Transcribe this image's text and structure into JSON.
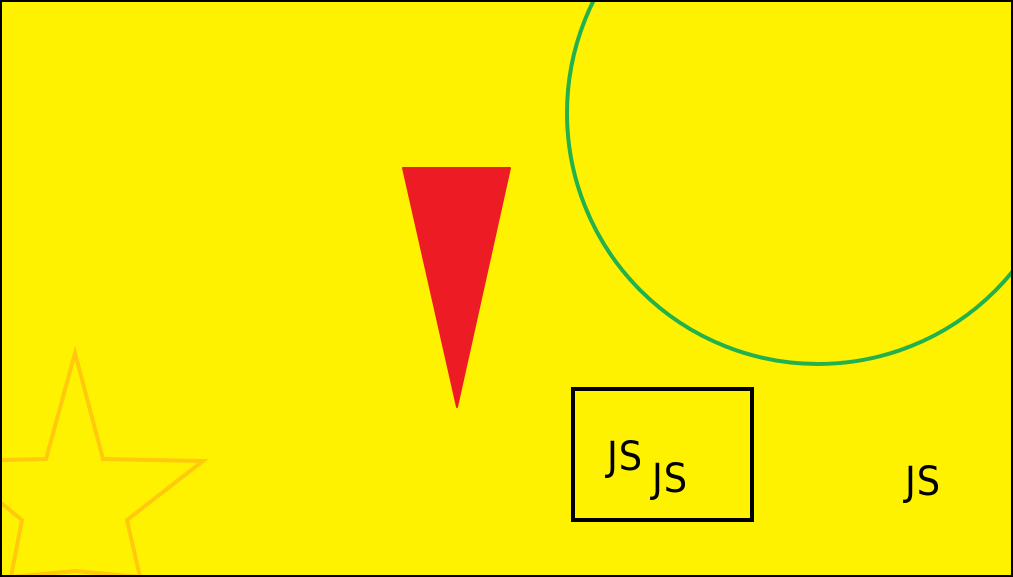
{
  "colors": {
    "background": "#fff200",
    "triangle": "#ed1c24",
    "circle_stroke": "#22b14c",
    "star_stroke": "#ffc90e",
    "text": "#000000",
    "box_border": "#000000"
  },
  "texts": {
    "js_1": "JS",
    "js_2": "JS",
    "js_3": "JS"
  }
}
